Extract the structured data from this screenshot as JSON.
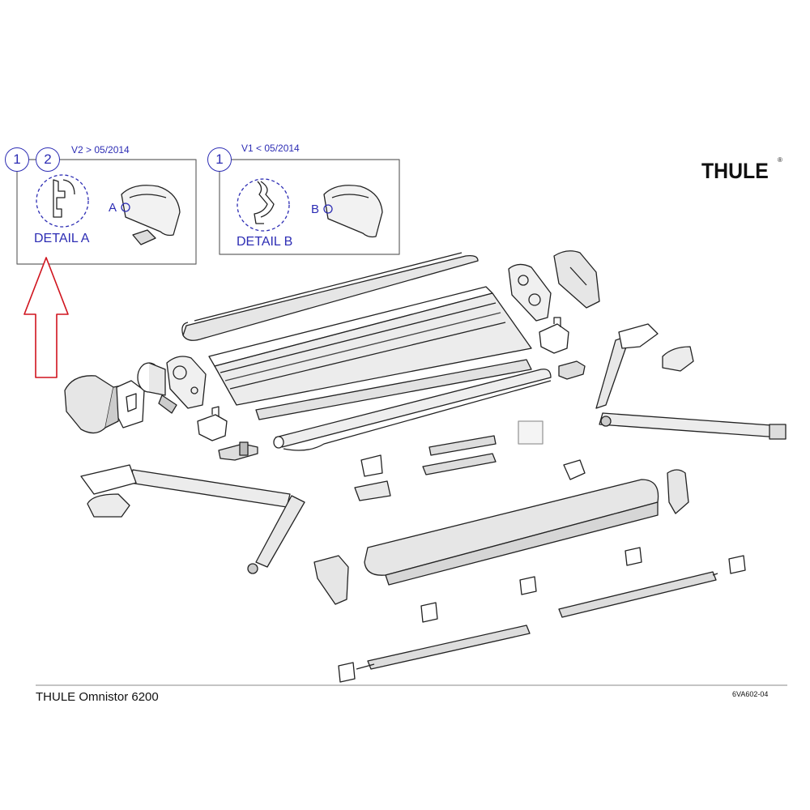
{
  "brand": {
    "logo_text": "THULE",
    "registered_mark": "®"
  },
  "insets": [
    {
      "version_label": "V2 > 05/2014",
      "numbers": [
        "1",
        "2"
      ],
      "detail_label": "DETAIL A",
      "callout_letter": "A"
    },
    {
      "version_label": "V1 < 05/2014",
      "numbers": [
        "1"
      ],
      "detail_label": "DETAIL B",
      "callout_letter": "B"
    }
  ],
  "footer": {
    "title": "THULE Omnistor 6200",
    "drawing_code": "6VA602-04"
  },
  "colors": {
    "callout_blue": "#2d2db4",
    "arrow_red": "#d0141e",
    "line": "#222222",
    "fill_grey": "#e6e6e6"
  }
}
